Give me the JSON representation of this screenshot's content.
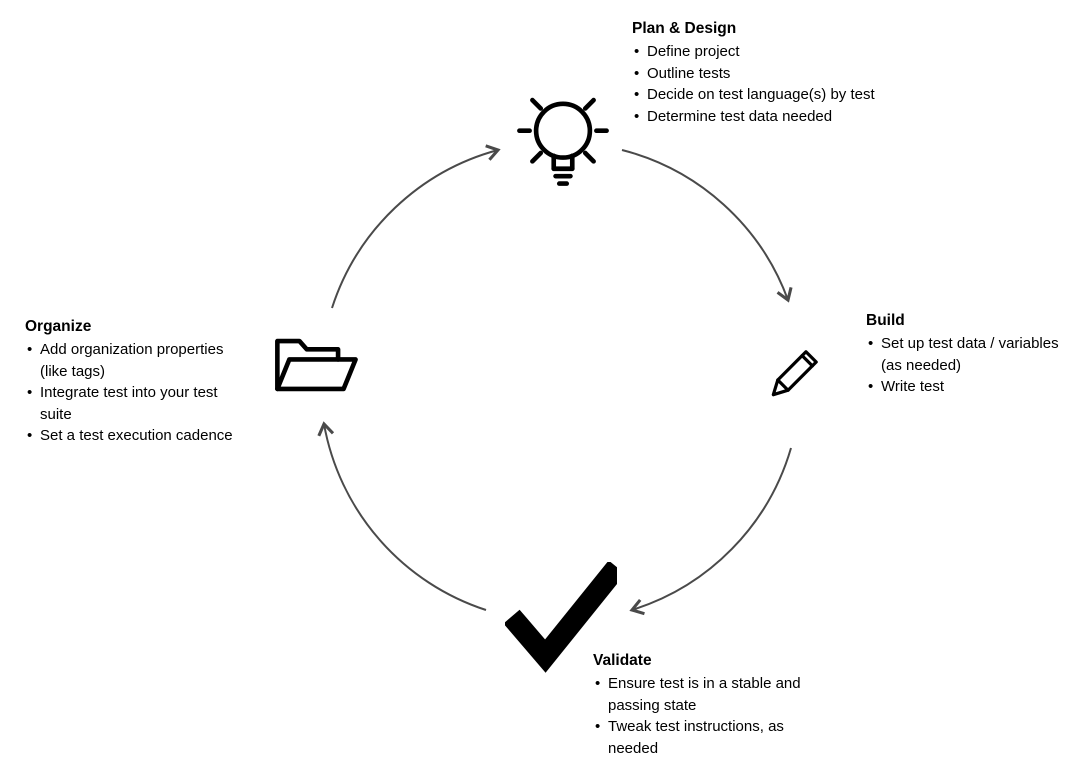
{
  "diagram": {
    "arrow_color": "#4a4a4a",
    "icon_color": "#000000",
    "text_color": "#000000",
    "background_color": "#ffffff",
    "stages": [
      {
        "id": "plan-design",
        "title": "Plan & Design",
        "icon": "lightbulb-icon",
        "bullets": [
          "Define project",
          "Outline tests",
          "Decide on test language(s) by test",
          "Determine test data needed"
        ]
      },
      {
        "id": "build",
        "title": "Build",
        "icon": "pencil-icon",
        "bullets": [
          "Set up test data / variables (as needed)",
          "Write test"
        ]
      },
      {
        "id": "validate",
        "title": "Validate",
        "icon": "checkmark-icon",
        "bullets": [
          "Ensure test is in a stable and passing state",
          "Tweak test instructions, as needed"
        ]
      },
      {
        "id": "organize",
        "title": "Organize",
        "icon": "folder-icon",
        "bullets": [
          "Add organization properties (like tags)",
          "Integrate test into your test suite",
          "Set a test execution cadence"
        ]
      }
    ]
  }
}
